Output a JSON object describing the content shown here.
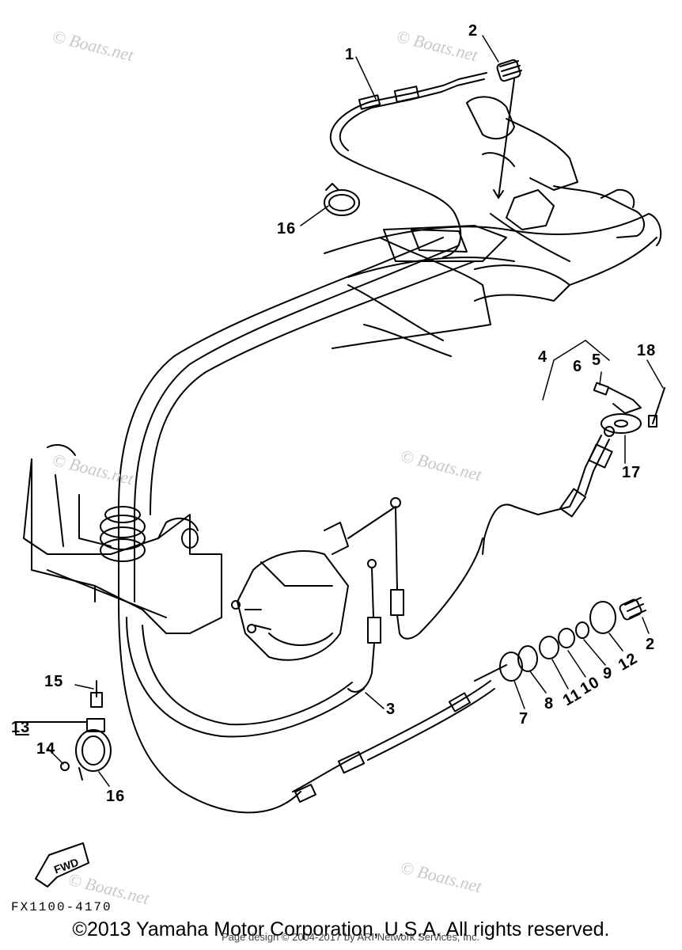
{
  "watermarks": [
    "© Boats.net",
    "© Boats.net",
    "© Boats.net",
    "© Boats.net",
    "© Boats.net",
    "© Boats.net"
  ],
  "callouts": [
    "1",
    "2",
    "16",
    "4",
    "6",
    "5",
    "18",
    "17",
    "3",
    "2",
    "12",
    "9",
    "10",
    "11",
    "8",
    "7",
    "15",
    "13",
    "14",
    "16"
  ],
  "fwd_label": "FWD",
  "drawing_code": "FX1100-4170",
  "copyright": "©2013 Yamaha Motor Corporation, U.S.A. All rights reserved.",
  "page_credit": "Page design © 2004-2017 by ARI Network Services, Inc."
}
